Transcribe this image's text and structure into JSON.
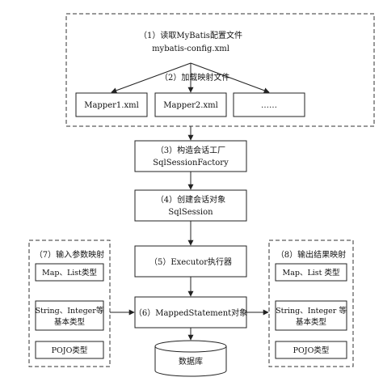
{
  "top_group": {
    "line1": "（1）读取MyBatis配置文件",
    "line2": "mybatis-config.xml",
    "load_label": "（2）加载映射文件",
    "mappers": [
      "Mapper1.xml",
      "Mapper2.xml",
      "……"
    ]
  },
  "steps": {
    "factory": {
      "line1": "（3）构造会话工厂",
      "line2": "SqlSessionFactory"
    },
    "session": {
      "line1": "（4）创建会话对象",
      "line2": "SqlSession"
    },
    "executor": {
      "line1": "（5）Executor执行器"
    },
    "mapped": {
      "line1": "（6）MappedStatement对象"
    },
    "database": {
      "line1": "数据库"
    }
  },
  "input_group": {
    "title": "（7）输入参数映射",
    "items": [
      {
        "lines": [
          "Map、List类型"
        ]
      },
      {
        "lines": [
          "String、Integer等",
          "基本类型"
        ]
      },
      {
        "lines": [
          "POJO类型"
        ]
      }
    ]
  },
  "output_group": {
    "title": "（8）输出结果映射",
    "items": [
      {
        "lines": [
          "Map、List 类型"
        ]
      },
      {
        "lines": [
          "String、Integer 等",
          "基本类型"
        ]
      },
      {
        "lines": [
          "POJO类型"
        ]
      }
    ]
  }
}
